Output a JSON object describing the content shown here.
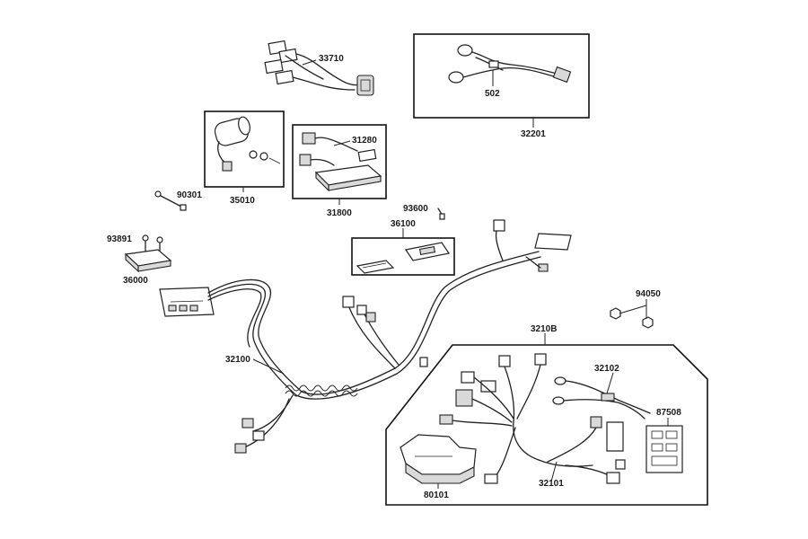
{
  "diagram": {
    "parts": [
      {
        "id": "p33710",
        "number": "33710"
      },
      {
        "id": "p502",
        "number": "502"
      },
      {
        "id": "p32201",
        "number": "32201"
      },
      {
        "id": "p31280",
        "number": "31280"
      },
      {
        "id": "p31800",
        "number": "31800"
      },
      {
        "id": "p35010",
        "number": "35010"
      },
      {
        "id": "p90301",
        "number": "90301"
      },
      {
        "id": "p93600",
        "number": "93600"
      },
      {
        "id": "p36100",
        "number": "36100"
      },
      {
        "id": "p93891",
        "number": "93891"
      },
      {
        "id": "p36000",
        "number": "36000"
      },
      {
        "id": "p94050",
        "number": "94050"
      },
      {
        "id": "p3210B",
        "number": "3210B"
      },
      {
        "id": "p32100",
        "number": "32100"
      },
      {
        "id": "p32102",
        "number": "32102"
      },
      {
        "id": "p87508",
        "number": "87508"
      },
      {
        "id": "p32101",
        "number": "32101"
      },
      {
        "id": "p80101",
        "number": "80101"
      }
    ]
  }
}
